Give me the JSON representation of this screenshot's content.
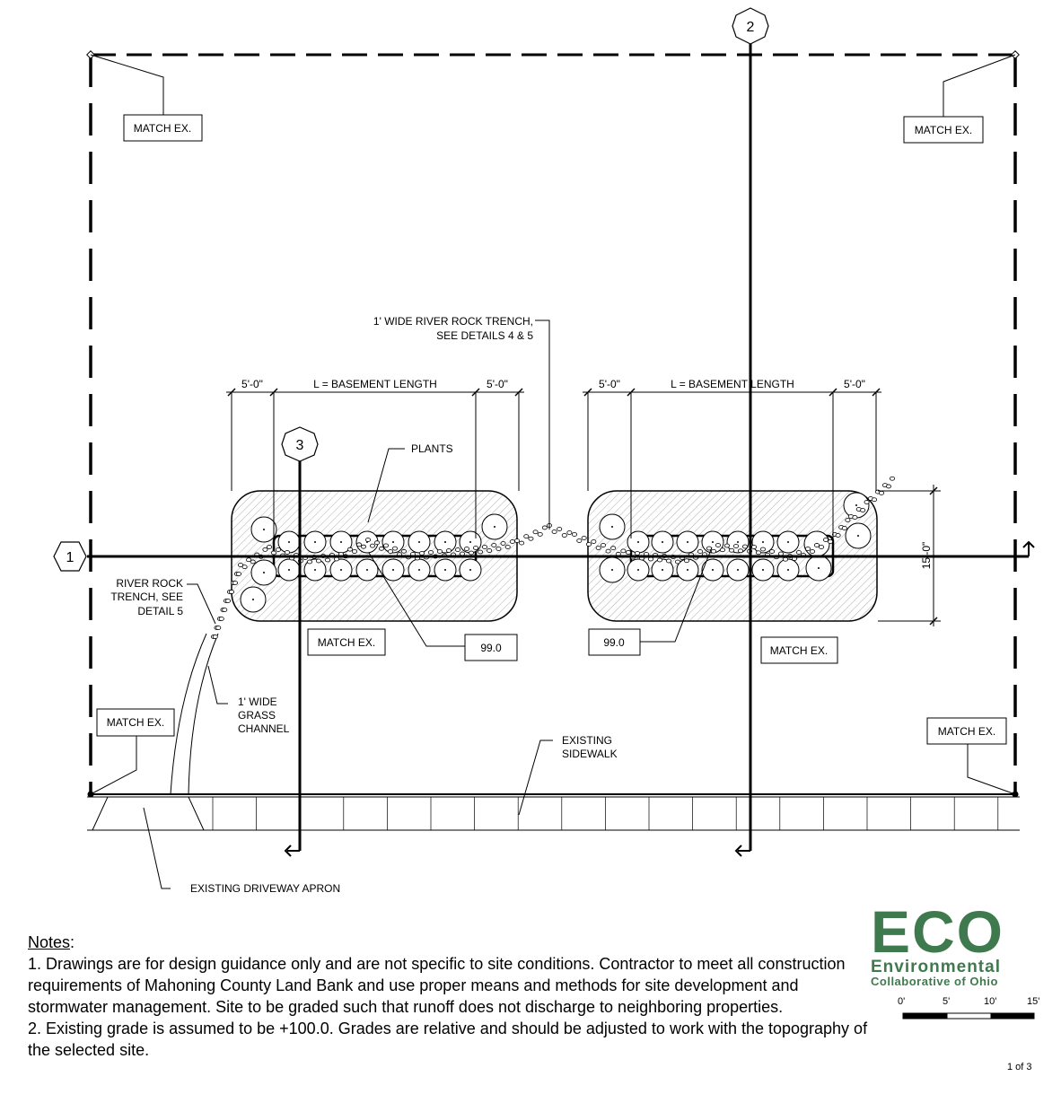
{
  "labels": {
    "match_ex": "MATCH EX.",
    "grade_99": "99.0",
    "trench_main": [
      "1' WIDE RIVER ROCK TRENCH,",
      "SEE DETAILS 4 & 5"
    ],
    "plants": "PLANTS",
    "river_rock": [
      "RIVER ROCK",
      "TRENCH, SEE",
      "DETAIL 5"
    ],
    "grass_channel": [
      "1' WIDE",
      "GRASS",
      "CHANNEL"
    ],
    "sidewalk": [
      "EXISTING",
      "SIDEWALK"
    ],
    "driveway": "EXISTING DRIVEWAY APRON"
  },
  "dimensions": {
    "five_ft": "5'-0\"",
    "basement": "L = BASEMENT LENGTH",
    "fifteen_ft": "15'-0\""
  },
  "sections": {
    "s1": "1",
    "s2": "2",
    "s3": "3"
  },
  "notes": {
    "header": "Notes",
    "n1": "1. Drawings are for design guidance only and are not specific to site conditions.  Contractor to meet all construction requirements of Mahoning County Land Bank and use proper means and methods for site development and stormwater management.  Site to be graded such that runoff does not discharge to neighboring properties.",
    "n2": "2. Existing grade is assumed to be +100.0. Grades are relative and should be adjusted to work with the topography of the selected site."
  },
  "logo": {
    "eco": "ECO",
    "line1": "Environmental",
    "line2": "Collaborative of Ohio"
  },
  "scale": [
    "0'",
    "5'",
    "10'",
    "15'"
  ],
  "page": "1 of 3",
  "colors": {
    "logo_green": "#3f7a4e"
  }
}
